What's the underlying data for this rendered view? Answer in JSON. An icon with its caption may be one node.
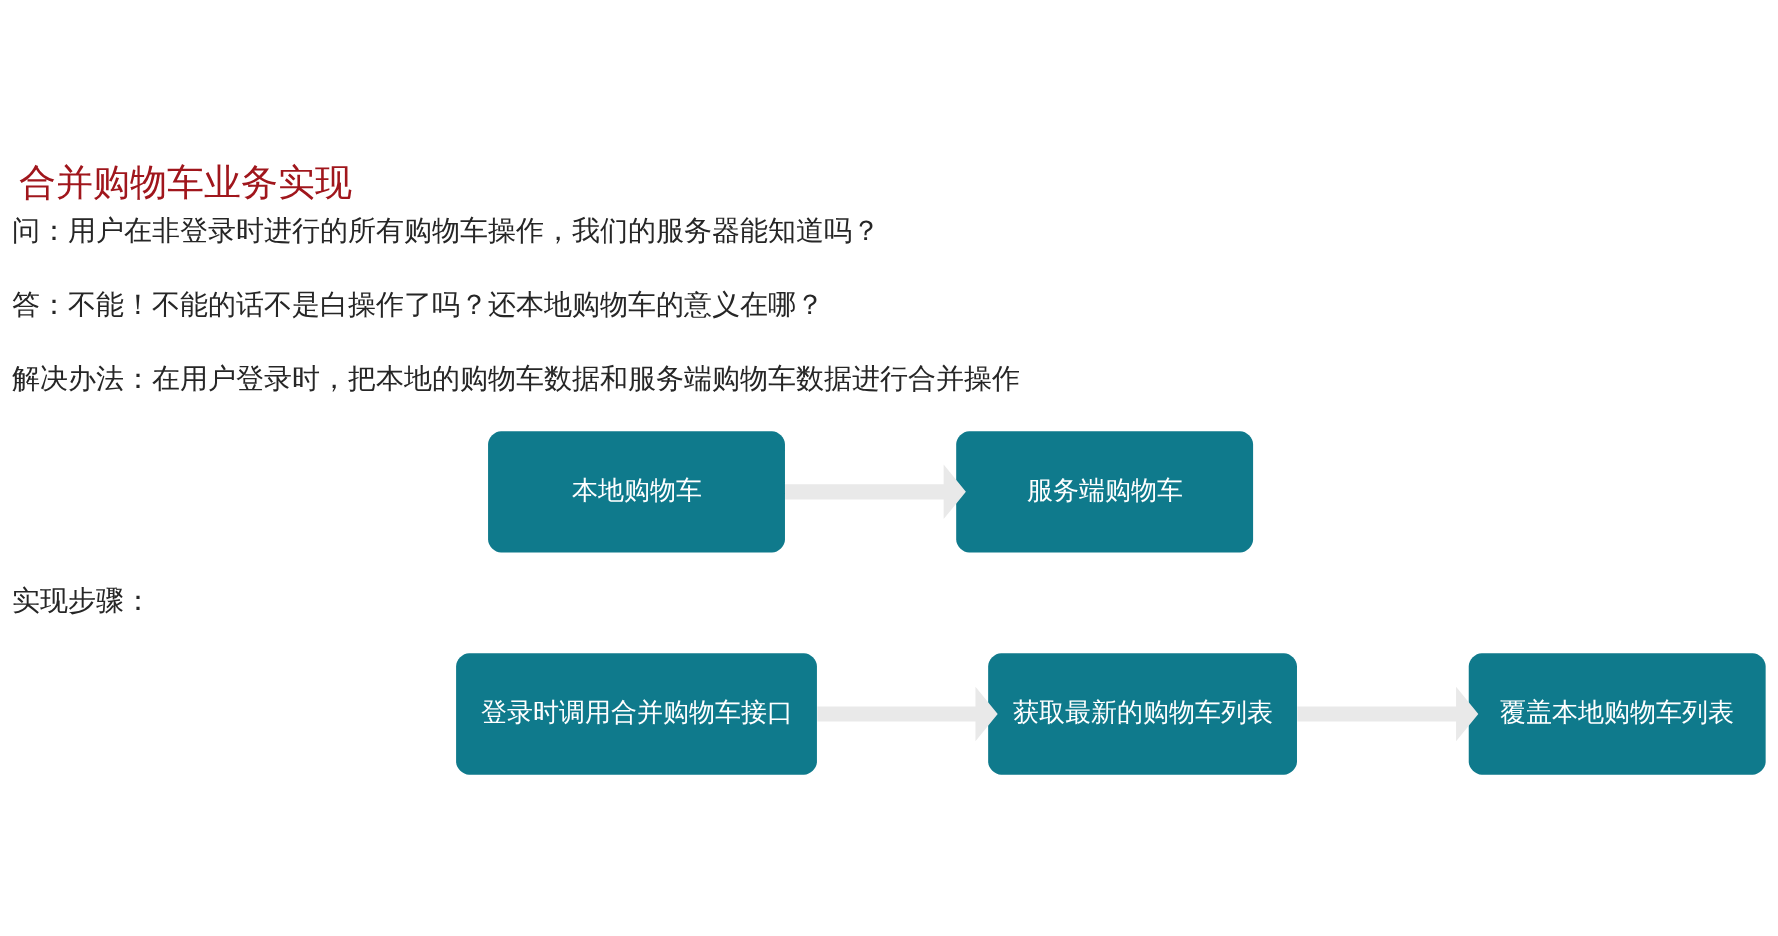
{
  "diagram": {
    "title": "合并购物车业务实现",
    "nodes": [
      {
        "text": [
          "本地购物车"
        ]
      },
      {
        "text": [
          "服务端购物车"
        ]
      },
      {
        "text": [
          "登录时调用合并购物车接口"
        ]
      },
      {
        "text": [
          "获取最新的购物车列表"
        ]
      },
      {
        "text": [
          "覆盖本地购物车列表"
        ]
      }
    ],
    "edges": [
      {
        "from": 0,
        "to": 1,
        "arrow": "to"
      },
      {
        "from": 2,
        "to": 3,
        "arrow": "to"
      },
      {
        "from": 3,
        "to": 4,
        "arrow": "to"
      }
    ],
    "labels": [
      "问：用户在非登录时进行的所有购物车操作，我们的服务器能知道吗？",
      "答：不能！不能的话不是白操作了吗？还本地购物车的意义在哪？",
      "解决办法：在用户登录时，把本地的购物车数据和服务端购物车数据进行合并操作",
      "实现步骤："
    ]
  }
}
